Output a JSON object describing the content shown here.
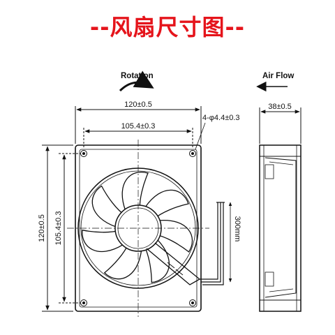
{
  "title": "--风扇尺寸图--",
  "colors": {
    "title": "#e5141b",
    "line": "#111111",
    "background": "#ffffff"
  },
  "front_view": {
    "rotation_label": "Rotation",
    "width_label": "120±0.5",
    "hole_spacing_label": "105.4±0.3",
    "hole_label": "4-φ4.4±0.3",
    "height_label": "120±0.5",
    "hole_spacing_vertical_label": "105.4±0.3",
    "cable_length_label": "300mm"
  },
  "side_view": {
    "airflow_label": "Air Flow",
    "thickness_label": "38±0.5"
  }
}
